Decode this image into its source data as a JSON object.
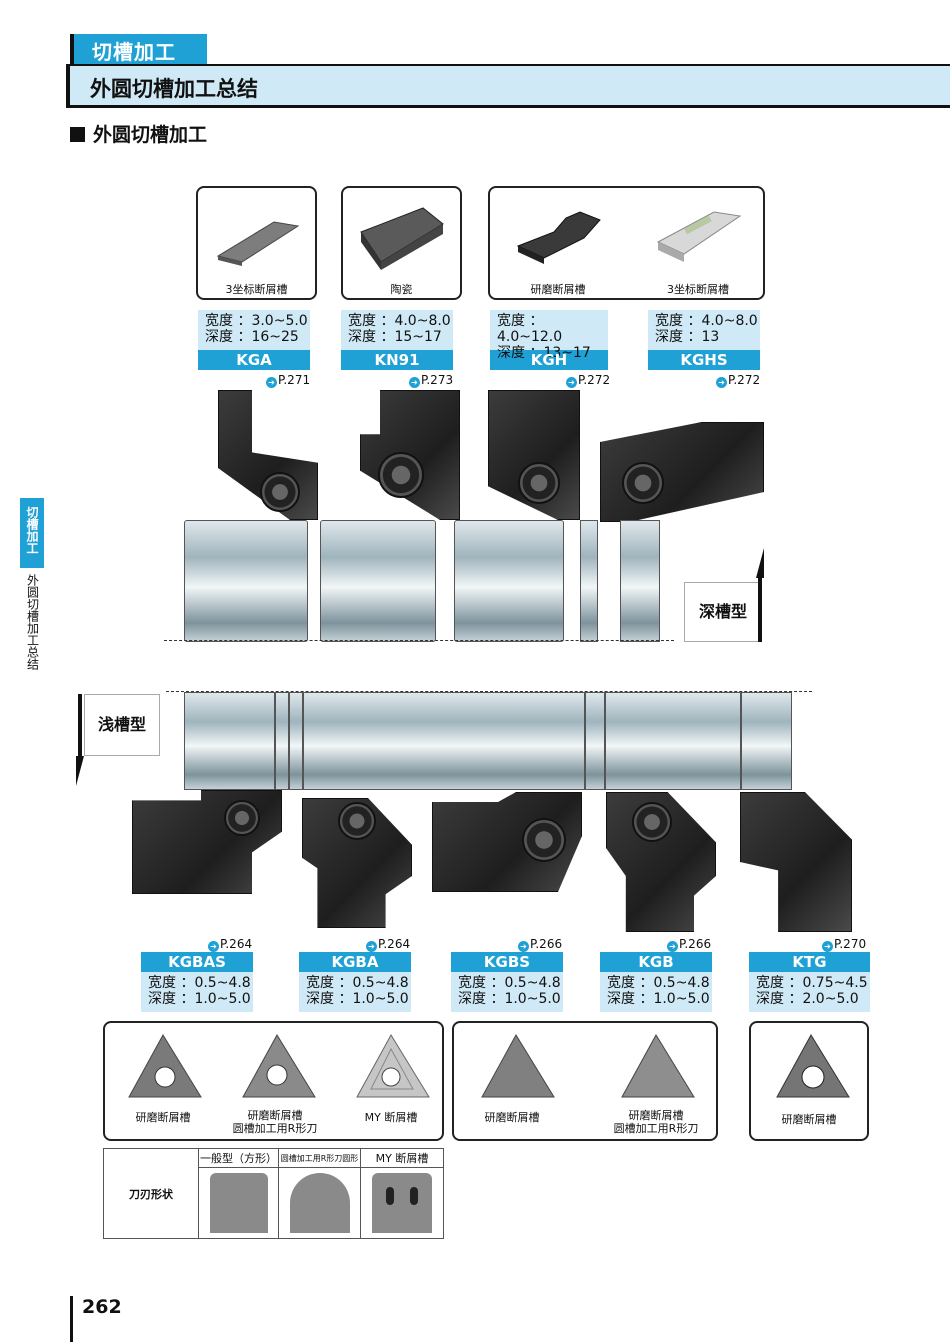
{
  "header": {
    "tab": "切槽加工",
    "title": "外圆切槽加工总结",
    "section": "外圆切槽加工"
  },
  "sidebar": {
    "tab": "切槽加工",
    "text": "外圆切槽加工总结"
  },
  "top_inserts": [
    {
      "caption": "3坐标断屑槽",
      "width": "宽度 ：3.0~5.0",
      "depth": "深度 ：16~25",
      "code": "KGA",
      "ref": "P.271"
    },
    {
      "caption": "陶瓷",
      "width": "宽度 ：4.0~8.0",
      "depth": "深度 ：15~17",
      "code": "KN91",
      "ref": "P.273"
    },
    {
      "caption": "研磨断屑槽",
      "width": "宽度 ：4.0~12.0",
      "depth": "深度 ：13~17",
      "code": "KGH",
      "ref": "P.272"
    },
    {
      "caption": "3坐标断屑槽",
      "width": "宽度 ：4.0~8.0",
      "depth": "深度 ：13",
      "code": "KGHS",
      "ref": "P.272"
    }
  ],
  "deep_label": "深槽型",
  "shallow_label": "浅槽型",
  "bottom_inserts": [
    {
      "code": "KGBAS",
      "ref": "P.264",
      "width": "宽度 ：0.5~4.8",
      "depth": "深度 ：1.0~5.0"
    },
    {
      "code": "KGBA",
      "ref": "P.264",
      "width": "宽度 ：0.5~4.8",
      "depth": "深度 ：1.0~5.0"
    },
    {
      "code": "KGBS",
      "ref": "P.266",
      "width": "宽度 ：0.5~4.8",
      "depth": "深度 ：1.0~5.0"
    },
    {
      "code": "KGB",
      "ref": "P.266",
      "width": "宽度 ：0.5~4.8",
      "depth": "深度 ：1.0~5.0"
    },
    {
      "code": "KTG",
      "ref": "P.270",
      "width": "宽度 ：0.75~4.5",
      "depth": "深度 ：2.0~5.0"
    }
  ],
  "tri_captions": {
    "a1": "研磨断屑槽",
    "a2_line1": "研磨断屑槽",
    "a2_line2": "圆槽加工用R形刀",
    "a3": "MY 断屑槽",
    "b1": "研磨断屑槽",
    "b2_line1": "研磨断屑槽",
    "b2_line2": "圆槽加工用R形刀",
    "c1": "研磨断屑槽"
  },
  "shape_table": {
    "row_label": "刀刃形状",
    "col1": "一般型（方形）",
    "col2": "圆槽加工用R形刀圆形",
    "col3": "MY 断屑槽"
  },
  "page_number": "262"
}
